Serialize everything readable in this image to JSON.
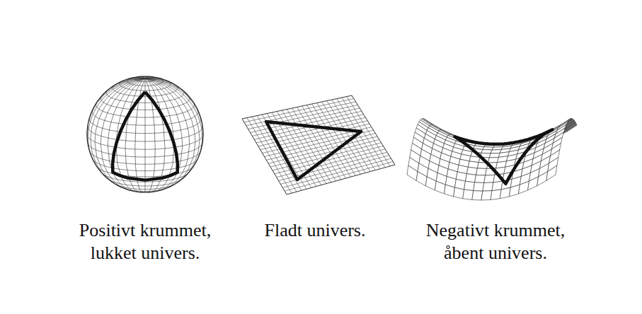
{
  "diagram": {
    "labels": [
      "Positivt krummet, lukket univers.",
      "Fladt univers.",
      "Negativt krummet, åbent univers."
    ]
  }
}
